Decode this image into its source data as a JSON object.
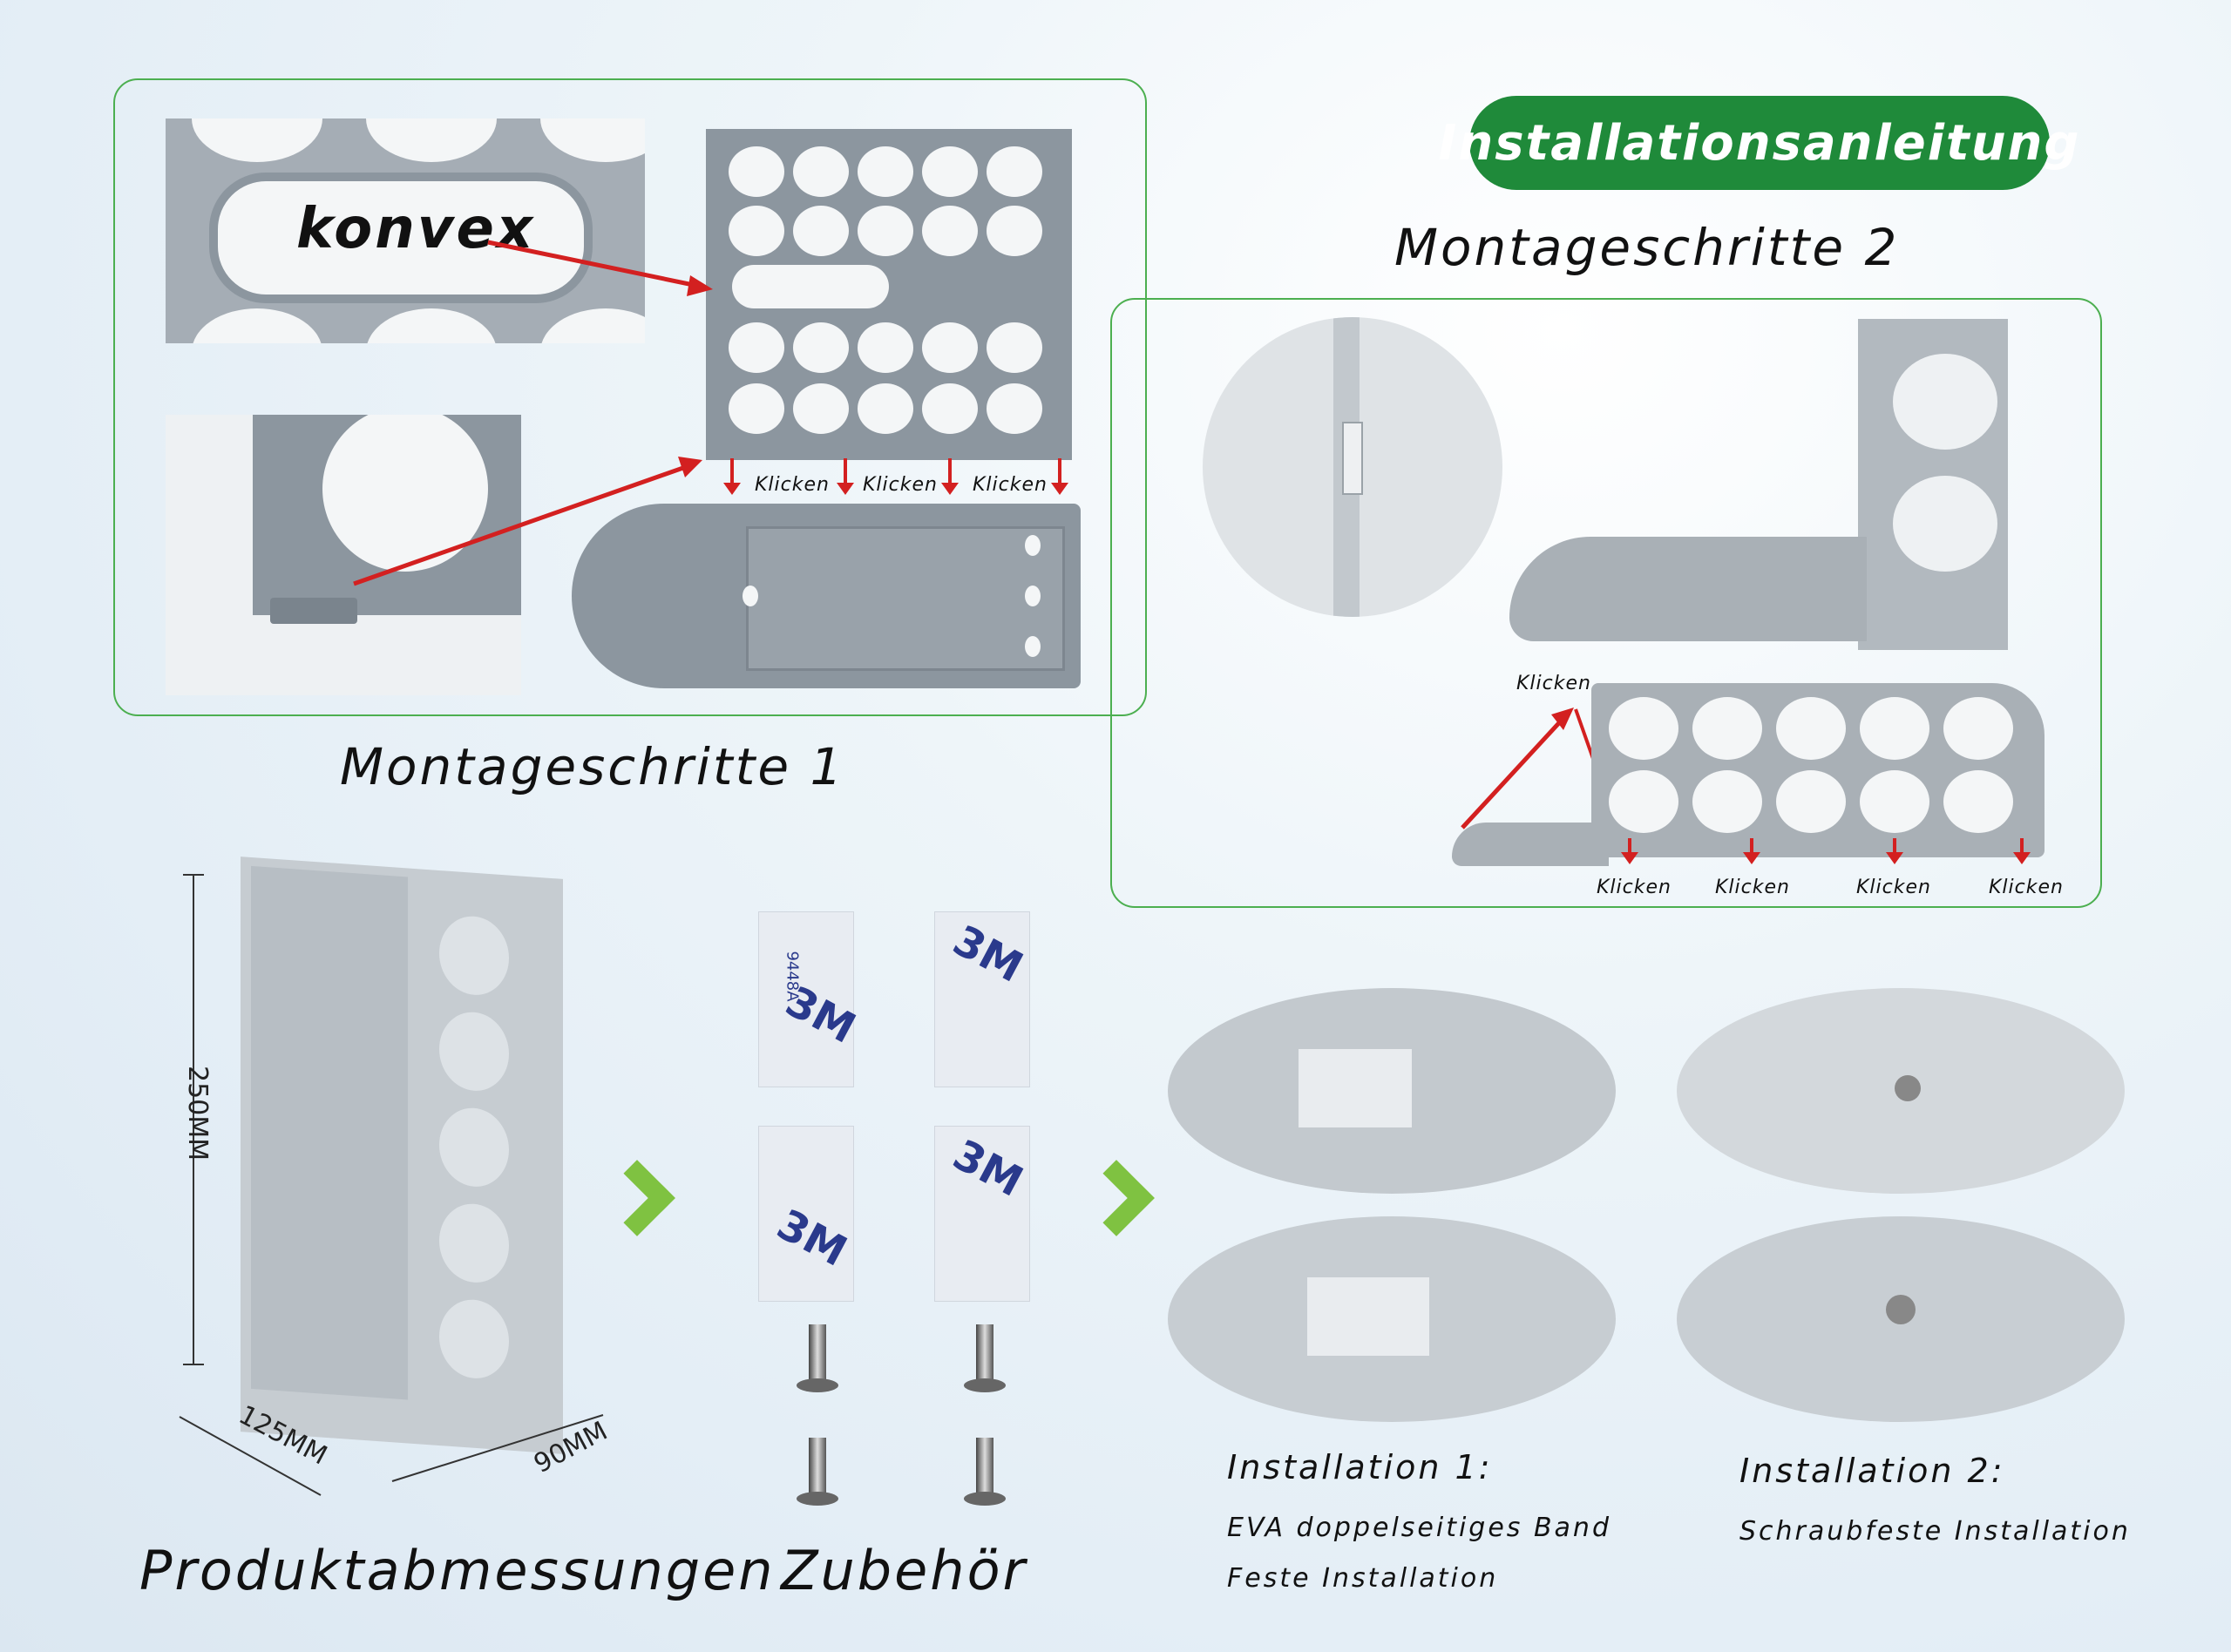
{
  "badge": "Installationsanleitung",
  "step1": {
    "title": "Montageschritte 1",
    "zoom_label": "konvex",
    "klick_labels": [
      "Klicken",
      "Klicken",
      "Klicken"
    ]
  },
  "step2": {
    "title": "Montageschritte 2",
    "top_klick": "Klicken",
    "bottom_klick_labels": [
      "Klicken",
      "Klicken",
      "Klicken",
      "Klicken"
    ]
  },
  "dimensions": {
    "title": "Produktabmessungen",
    "height": "250MM",
    "width": "125MM",
    "depth": "90MM"
  },
  "accessories": {
    "title": "Zubehör",
    "tape_brand": "3M",
    "tape_code": "9448A"
  },
  "install1": {
    "title": "Installation 1:",
    "line1": "EVA doppelseitiges Band",
    "line2": "Feste Installation"
  },
  "install2": {
    "title": "Installation 2:",
    "line1": "Schraubfeste Installation"
  },
  "colors": {
    "accent_green": "#1f8a3a",
    "arrow_red": "#d32020",
    "chevron_green": "#7fc241",
    "panel_border": "#4caf50"
  }
}
